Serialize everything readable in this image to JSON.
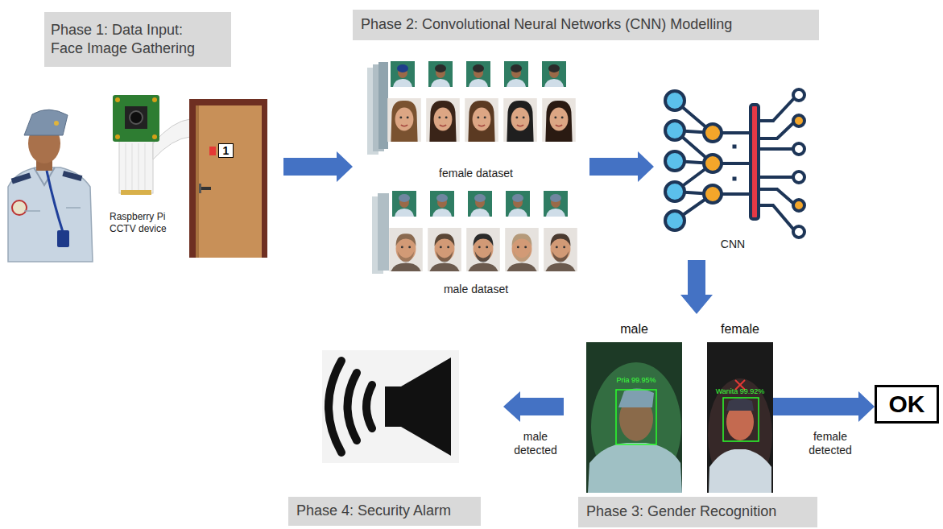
{
  "diagram": {
    "nodes": [
      {
        "text": [
          "Phase 1: Data Input: Face Image Gathering"
        ]
      },
      {
        "text": [
          "Phase 2: Convolutional Neural Networks (CNN) Modelling"
        ]
      },
      {
        "text": [
          "female dataset"
        ]
      },
      {
        "text": [
          "male dataset"
        ]
      },
      {
        "text": [
          "CNN"
        ]
      },
      {
        "text": [
          "male"
        ]
      },
      {
        "text": [
          "female"
        ]
      },
      {
        "text": [
          "OK"
        ]
      },
      {
        "text": [
          "Phase 4: Security Alarm"
        ]
      },
      {
        "text": [
          "Phase 3: Gender Recognition"
        ]
      }
    ],
    "edges": [
      {
        "from": 2,
        "to": 4,
        "arrow": "to"
      },
      {
        "from": 6,
        "to": 7,
        "arrow": "to",
        "label": "female detected"
      }
    ],
    "labels": [
      "Raspberry Pi CCTV device",
      "1",
      "Pria 99.95%",
      "Wanita 99.92%",
      "male detected"
    ]
  }
}
